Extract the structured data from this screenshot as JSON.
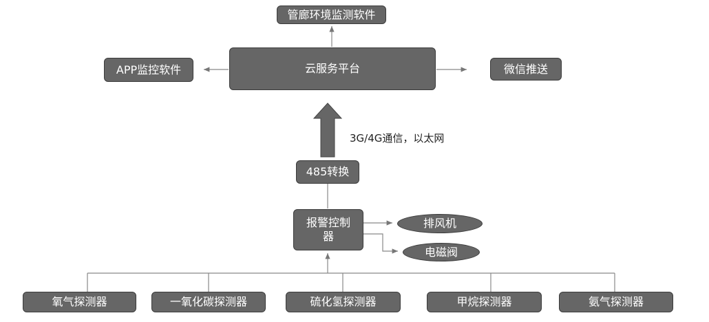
{
  "diagram": {
    "top_software": "管廊环境监测软件",
    "cloud_platform": "云服务平台",
    "app_software": "APP监控软件",
    "wechat_push": "微信推送",
    "comm_label": "3G/4G通信，以太网",
    "converter_485": "485转换",
    "alarm_controller": "报警控制器",
    "exhaust_fan": "排风机",
    "solenoid_valve": "电磁阀",
    "detectors": [
      "氧气探测器",
      "一氧化碳探测器",
      "硫化氢探测器",
      "甲烷探测器",
      "氨气探测器"
    ]
  }
}
